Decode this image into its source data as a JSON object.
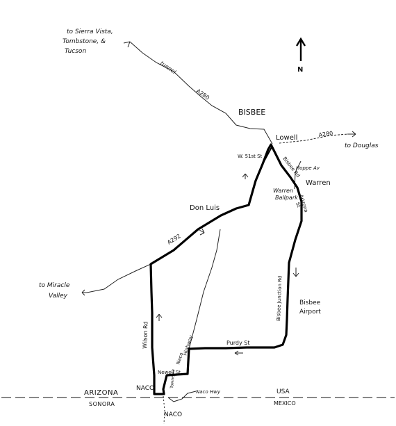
{
  "north": {
    "label": "N"
  },
  "places": {
    "bisbee": "BISBEE",
    "lowell": "Lowell",
    "warren": "Warren",
    "don_luis": "Don Luis",
    "naco_us": "NACO",
    "naco_mx": "NACO",
    "bisbee_airport_1": "Bisbee",
    "bisbee_airport_2": "Airport",
    "warren_ballpark_1": "Warren",
    "warren_ballpark_2": "Ballpark"
  },
  "destinations": {
    "sierra_vista_1": "to Sierra Vista,",
    "sierra_vista_2": "Tombstone, &",
    "sierra_vista_3": "Tucson",
    "douglas": "to Douglas",
    "miracle_valley_1": "to Miracle",
    "miracle_valley_2": "Valley"
  },
  "roads": {
    "tunnel": "tunnel",
    "a280_west": "A280",
    "a280_east": "A280",
    "a92": "A292",
    "w_51st": "W. 51st St",
    "bisbee_rd": "Bisbee Rd",
    "arizona_st_1": "Arizona",
    "arizona_st_2": "St",
    "bisbee_junction": "Bisbee Junction Rd",
    "purdy": "Purdy St",
    "wilson": "Wilson Rd",
    "naco_highway_1": "Naco",
    "naco_highway_2": "Highway",
    "newell_1": "Newell St",
    "newell_2": "Towne Av",
    "naco_hwy": "Naco Hwy",
    "hoppe": "Hoppe Av"
  },
  "border": {
    "arizona": "ARIZONA",
    "sonora": "SONORA",
    "usa": "USA",
    "mexico": "MEXICO"
  }
}
